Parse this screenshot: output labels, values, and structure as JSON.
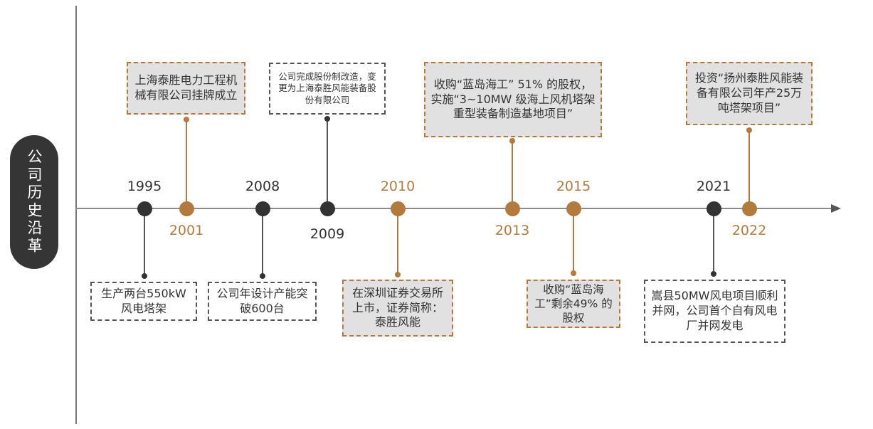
{
  "title": "公司历史沿革",
  "colors": {
    "dark": "#333333",
    "accent": "#b37a3e",
    "box_fill": "#e1e1e1"
  },
  "events": [
    {
      "year": "1995",
      "style": "dark",
      "text": "生产两台550kW风电塔架"
    },
    {
      "year": "2001",
      "style": "brown",
      "text": "上海泰胜电力工程机械有限公司挂牌成立"
    },
    {
      "year": "2008",
      "style": "dark",
      "text": "公司年设计产能突破600台"
    },
    {
      "year": "2009",
      "style": "dark",
      "text": "公司完成股份制改造，变更为上海泰胜风能装备股份有限公司"
    },
    {
      "year": "2010",
      "style": "brown",
      "text": "在深圳证券交易所上市，证券简称：泰胜风能"
    },
    {
      "year": "2013",
      "style": "brown",
      "text": "收购“蓝岛海工” 51% 的股权，实施“3~10MW 级海上风机塔架重型装备制造基地项目”"
    },
    {
      "year": "2015",
      "style": "brown",
      "text": "收购“蓝岛海工”剩余49% 的股权"
    },
    {
      "year": "2021",
      "style": "dark",
      "text": "嵩县50MW风电项目顺利并网，公司首个自有风电厂并网发电"
    },
    {
      "year": "2022",
      "style": "brown",
      "text": "投资“扬州泰胜风能装备有限公司年产25万吨塔架项目”"
    }
  ]
}
